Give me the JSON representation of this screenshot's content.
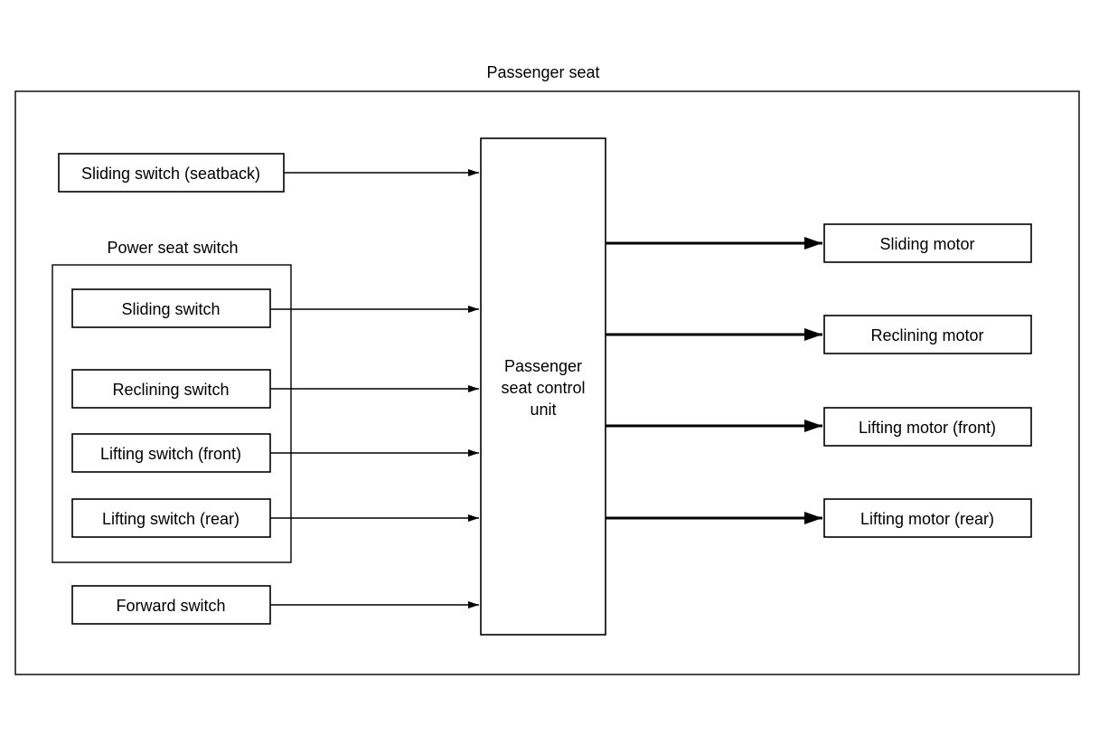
{
  "outer_title": "Passenger seat",
  "group_title": "Power seat switch",
  "control_unit": {
    "lines": [
      "Passenger",
      "seat control",
      "unit"
    ]
  },
  "inputs": {
    "seatback": "Sliding switch (seatback)",
    "sliding": "Sliding switch",
    "reclining": "Reclining switch",
    "lifting_front": "Lifting switch (front)",
    "lifting_rear": "Lifting switch (rear)",
    "forward": "Forward switch"
  },
  "outputs": {
    "sliding_motor": "Sliding motor",
    "reclining_motor": "Reclining motor",
    "lifting_front_motor": "Lifting motor (front)",
    "lifting_rear_motor": "Lifting motor (rear)"
  },
  "colors": {
    "line": "#000000",
    "background": "#ffffff"
  }
}
